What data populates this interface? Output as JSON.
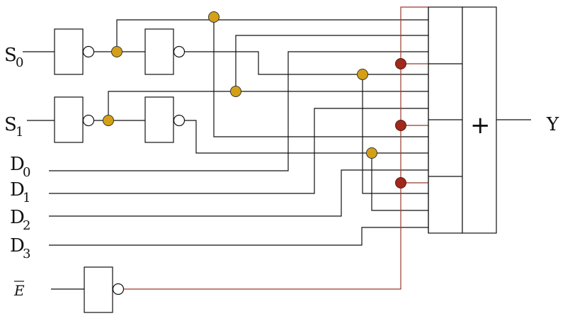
{
  "inputs": {
    "s0": {
      "main": "S",
      "sub": "0"
    },
    "s1": {
      "main": "S",
      "sub": "1"
    },
    "d0": {
      "main": "D",
      "sub": "0"
    },
    "d1": {
      "main": "D",
      "sub": "1"
    },
    "d2": {
      "main": "D",
      "sub": "2"
    },
    "d3": {
      "main": "D",
      "sub": "3"
    },
    "enable": "E"
  },
  "output": {
    "label": "Y"
  },
  "or_gate": {
    "symbol": "+"
  },
  "colors": {
    "wire": "#111111",
    "enable_wire": "#9b3a2e",
    "junction_select": "#d4a017",
    "junction_enable": "#a0281c"
  }
}
